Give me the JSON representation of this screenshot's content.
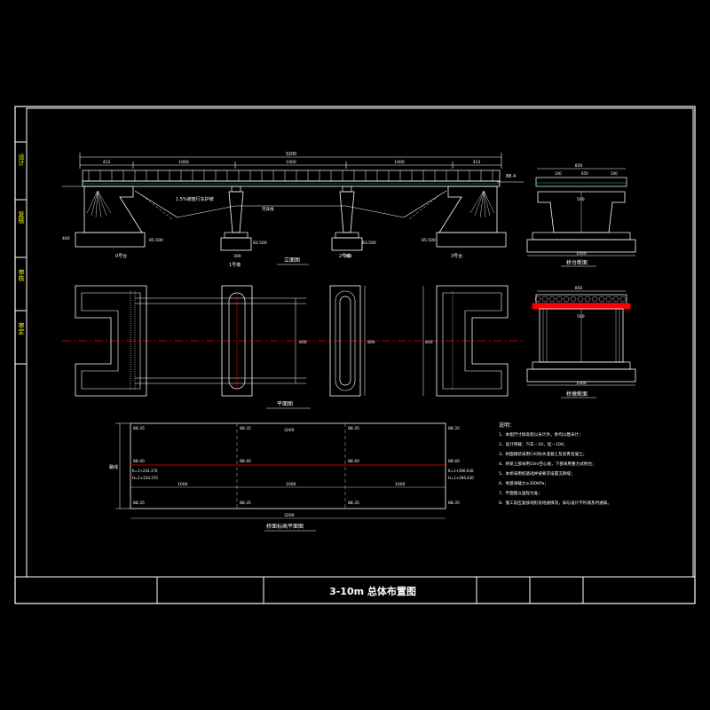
{
  "sheet": {
    "title": "3-10m 总体布置图",
    "side_labels": [
      "设计",
      "复核",
      "审核",
      "审定"
    ]
  },
  "elevation": {
    "caption": "立面图",
    "total_length": "3200",
    "spans": [
      "413",
      "1000",
      "1000",
      "1000",
      "413"
    ],
    "span_labels": [
      "1000",
      "1000",
      "1000"
    ],
    "slope_note": "1.5%坡度行车护坡",
    "bed_note": "河床线",
    "pier_labels": [
      "0号台",
      "1号墩",
      "2号墩",
      "3号台"
    ],
    "elev_marks": [
      "85.500",
      "83.500",
      "83.500",
      "85.500"
    ],
    "right_mark": "88.4",
    "dims": [
      "400",
      "300",
      "300"
    ]
  },
  "plan": {
    "caption": "平面图",
    "widths": [
      "800",
      "800",
      "800"
    ]
  },
  "abutment_section": {
    "caption": "桥台断面",
    "top_dims": [
      "850",
      "100",
      "650",
      "100"
    ],
    "mid_dim": "500",
    "bottom_dim": "1050"
  },
  "pier_section": {
    "caption": "桥墩断面",
    "top_dim": "850",
    "mid_dim": "500",
    "bottom_dim": "1000"
  },
  "foundation_plan": {
    "caption": "桥面标高平面图",
    "side_label": "路线",
    "total": "3200",
    "spans": [
      "1000",
      "1000",
      "1000"
    ],
    "top_marks": [
      "88.35",
      "88.35",
      "88.35",
      "88.35"
    ],
    "mid_marks": [
      "88.40",
      "88.40",
      "88.40",
      "88.40"
    ],
    "bot_marks": [
      "88.35",
      "88.35",
      "88.35",
      "88.35"
    ],
    "left_notes": [
      "K=1+234.370",
      "H=1+234.370"
    ],
    "right_notes": [
      "K=1+266.630",
      "H=1+266.630"
    ]
  },
  "notes": {
    "heading": "说明：",
    "items": [
      "1、本图尺寸除高程以米计外，余均以厘米计；",
      "2、设计荷载：汽车－20，挂－100；",
      "3、桥面铺装采用C40防水混凝土及沥青混凝土；",
      "4、桥梁上部采用10m空心板，下部采用重力式桥台；",
      "5、本桥采用桩基础并按要求设置沉降缝；",
      "6、地基承载力≥300KPa；",
      "7、平面图以里程为准；",
      "8、施工前应复核地形及地质情况，如与设计不符请及时通知。"
    ]
  },
  "colors": {
    "line": "#ffffff",
    "red": "#ff0000",
    "cyan": "#00ffff",
    "yellow": "#ffff00"
  }
}
